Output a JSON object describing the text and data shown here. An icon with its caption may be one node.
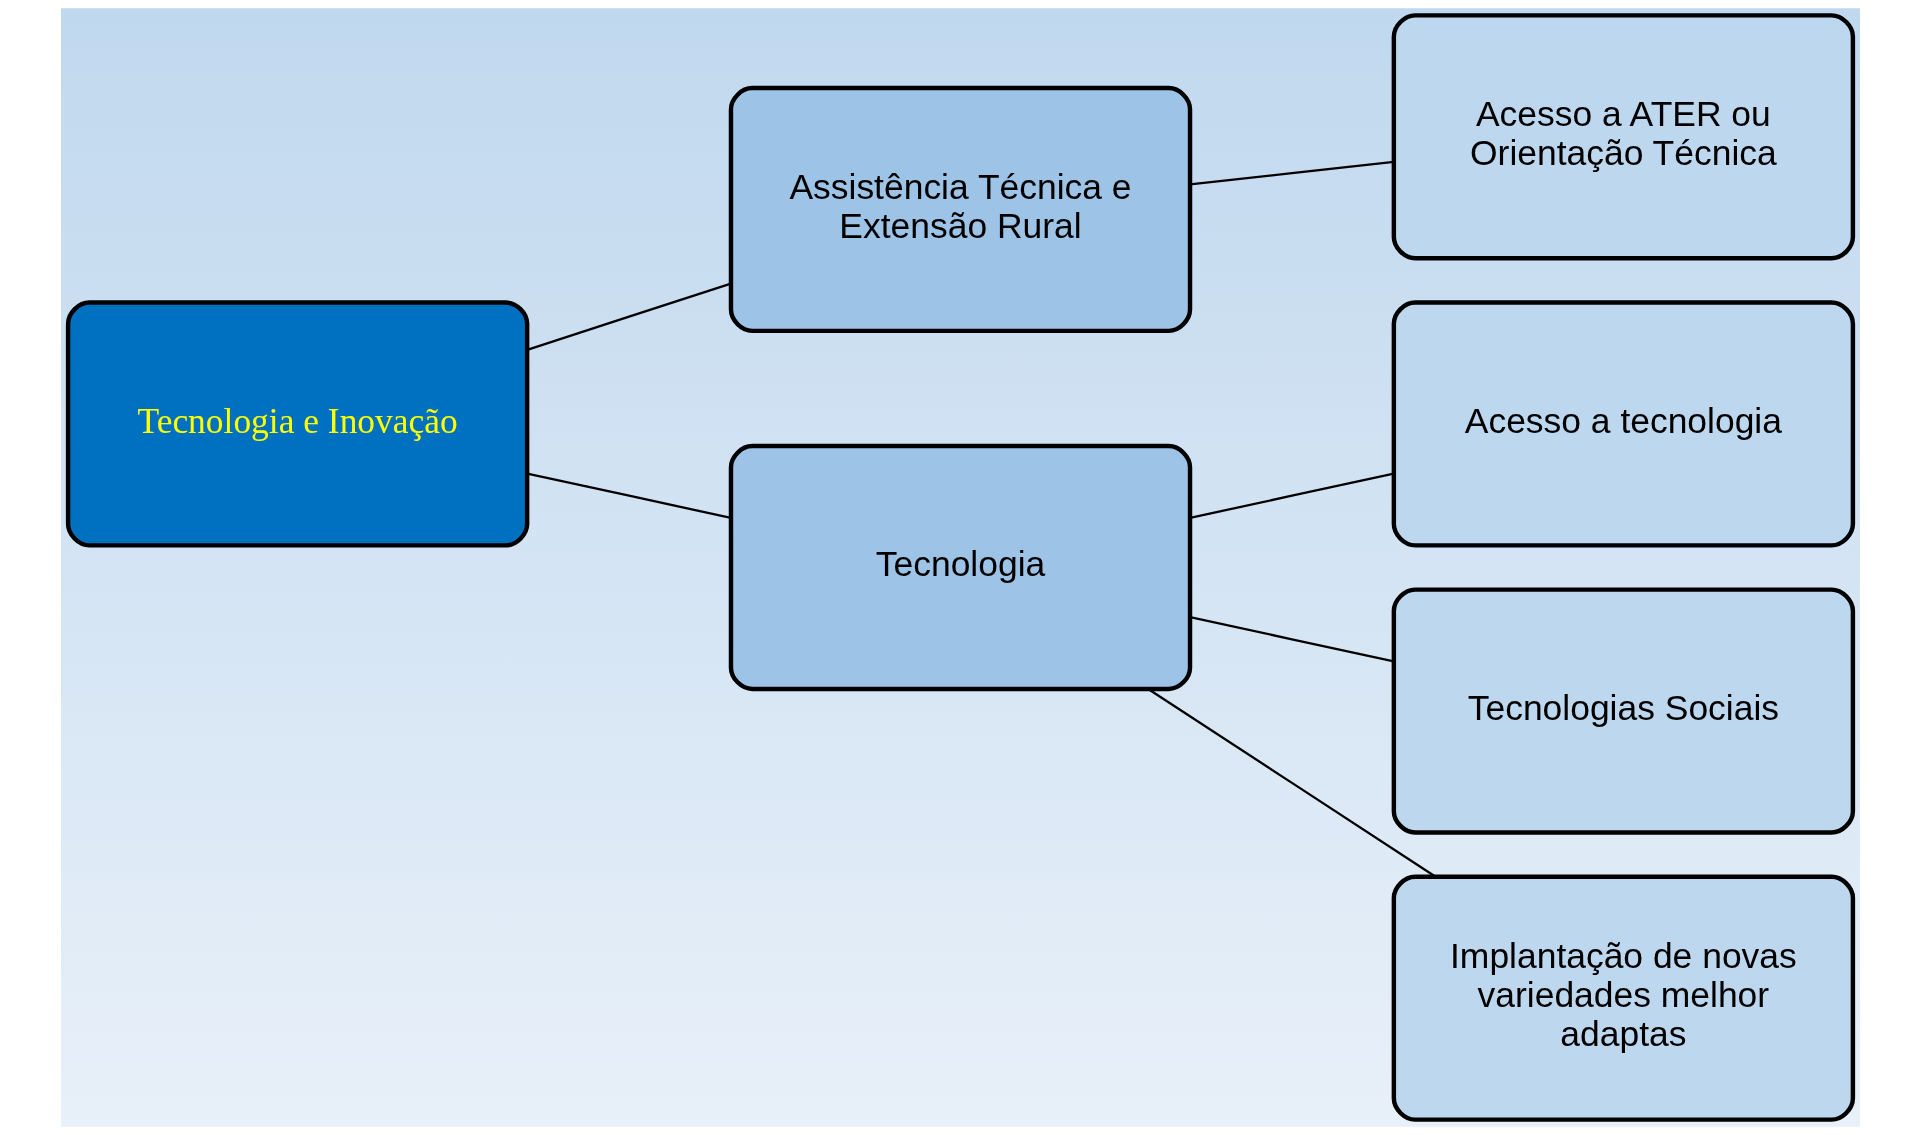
{
  "diagram": {
    "nodes": [
      {
        "text": [
          "Tecnologia e Inovação"
        ]
      },
      {
        "text": [
          "Assistência Técnica e Extensão Rural"
        ]
      },
      {
        "text": [
          "Acesso a ATER ou Orientação Técnica"
        ]
      },
      {
        "text": [
          "Tecnologia"
        ]
      },
      {
        "text": [
          "Acesso a tecnologia"
        ]
      },
      {
        "text": [
          "Tecnologias Sociais"
        ]
      },
      {
        "text": [
          "Implantação de novas variedades melhor adaptas"
        ]
      }
    ],
    "edges": [
      {
        "from": 0,
        "to": 1,
        "arrow": "none"
      },
      {
        "from": 1,
        "to": 2,
        "arrow": "none"
      },
      {
        "from": 0,
        "to": 3,
        "arrow": "none"
      },
      {
        "from": 3,
        "to": 4,
        "arrow": "none"
      },
      {
        "from": 3,
        "to": 5,
        "arrow": "none"
      },
      {
        "from": 3,
        "to": 6,
        "arrow": "none"
      }
    ]
  }
}
